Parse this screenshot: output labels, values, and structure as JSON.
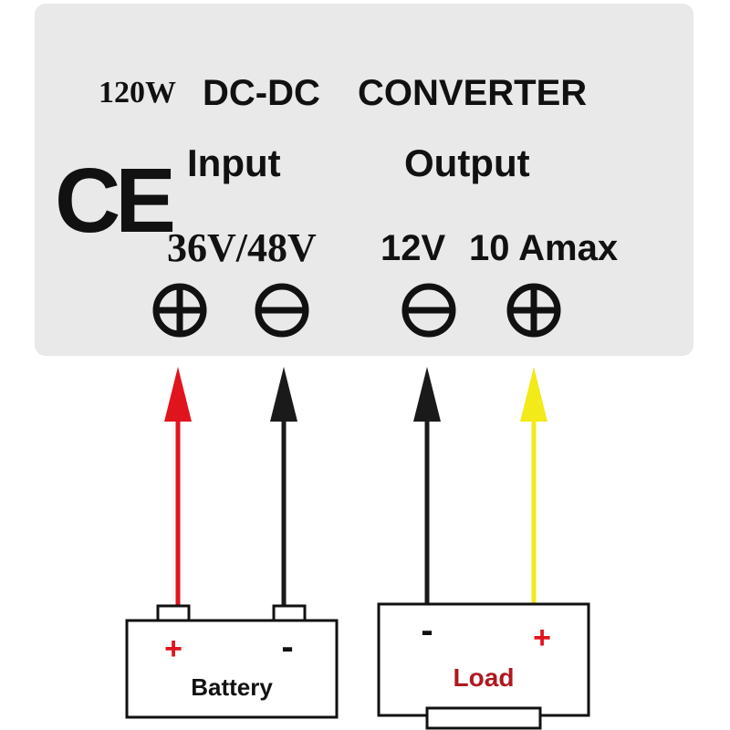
{
  "converter": {
    "power": "120W",
    "type": "DC-DC",
    "name": "CONVERTER",
    "certification": "CE",
    "input": {
      "label": "Input",
      "voltage": "36V/48V"
    },
    "output": {
      "label": "Output",
      "voltage": "12V",
      "current": "10 Amax"
    }
  },
  "terminal_symbols": [
    "plus-circle-icon",
    "minus-circle-icon",
    "minus-circle-icon",
    "plus-circle-icon"
  ],
  "wires": [
    {
      "name": "input-positive-wire",
      "color": "#e0141c"
    },
    {
      "name": "input-negative-wire",
      "color": "#1a1a1a"
    },
    {
      "name": "output-negative-wire",
      "color": "#1a1a1a"
    },
    {
      "name": "output-positive-wire",
      "color": "#f3ea1a"
    }
  ],
  "battery": {
    "label": "Battery",
    "plus": "+",
    "minus": "-"
  },
  "load": {
    "label": "Load",
    "plus": "+",
    "minus": "-"
  },
  "colors": {
    "panel": "#e9e9ea",
    "red": "#e0141c",
    "black": "#1a1a1a",
    "yellow": "#f3ea1a",
    "load_label": "#b0181e"
  }
}
